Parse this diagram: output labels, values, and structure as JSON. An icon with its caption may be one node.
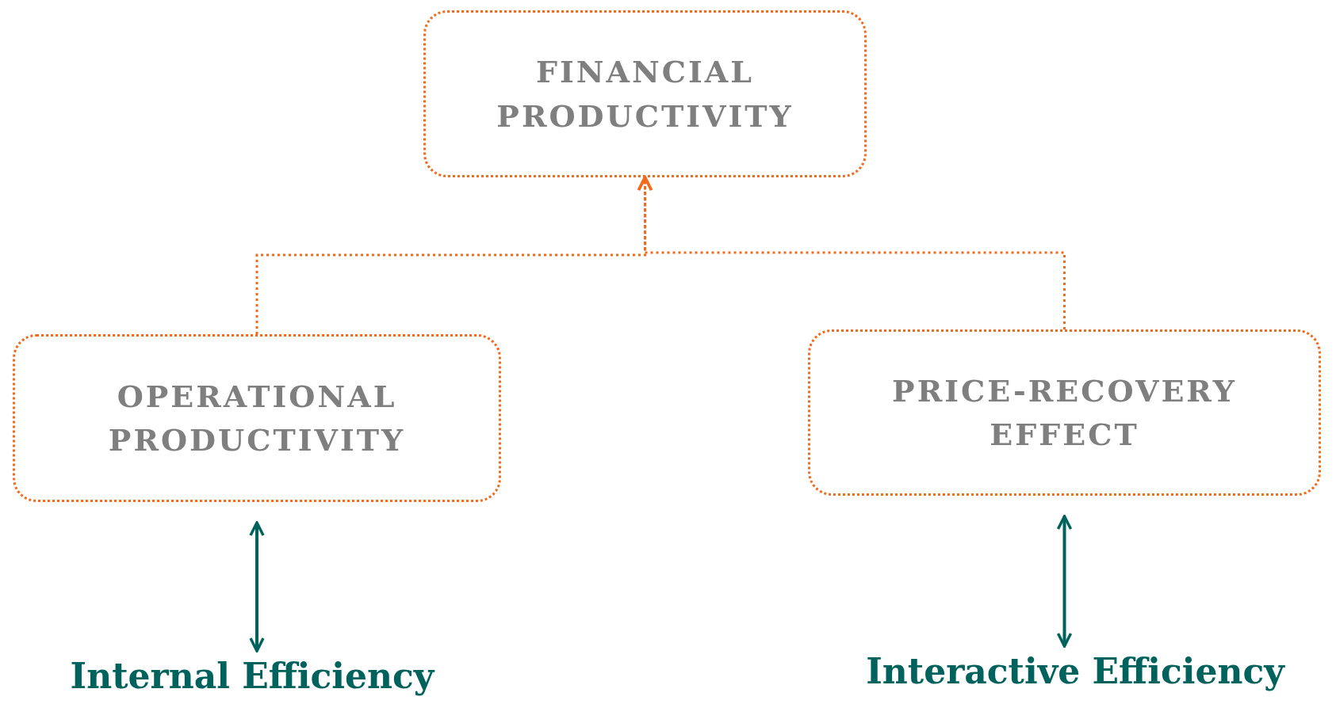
{
  "diagram": {
    "nodes": [
      {
        "text": [
          "FINANCIAL PRODUCTIVITY"
        ]
      },
      {
        "text": [
          "OPERATIONAL PRODUCTIVITY"
        ]
      },
      {
        "text": [
          "PRICE-RECOVERY EFFECT"
        ]
      },
      {
        "text": [
          "Internal Efficiency"
        ]
      },
      {
        "text": [
          "Interactive Efficiency"
        ]
      }
    ],
    "edges": [
      {
        "from": 1,
        "to": 0,
        "arrow": "to",
        "style": "dashed",
        "color": "#f26b1d"
      },
      {
        "from": 2,
        "to": 0,
        "arrow": "to",
        "style": "dashed",
        "color": "#f26b1d"
      },
      {
        "from": 1,
        "to": 3,
        "arrow": "both",
        "color": "#00625c"
      },
      {
        "from": 2,
        "to": 4,
        "arrow": "both",
        "color": "#00625c"
      }
    ]
  }
}
